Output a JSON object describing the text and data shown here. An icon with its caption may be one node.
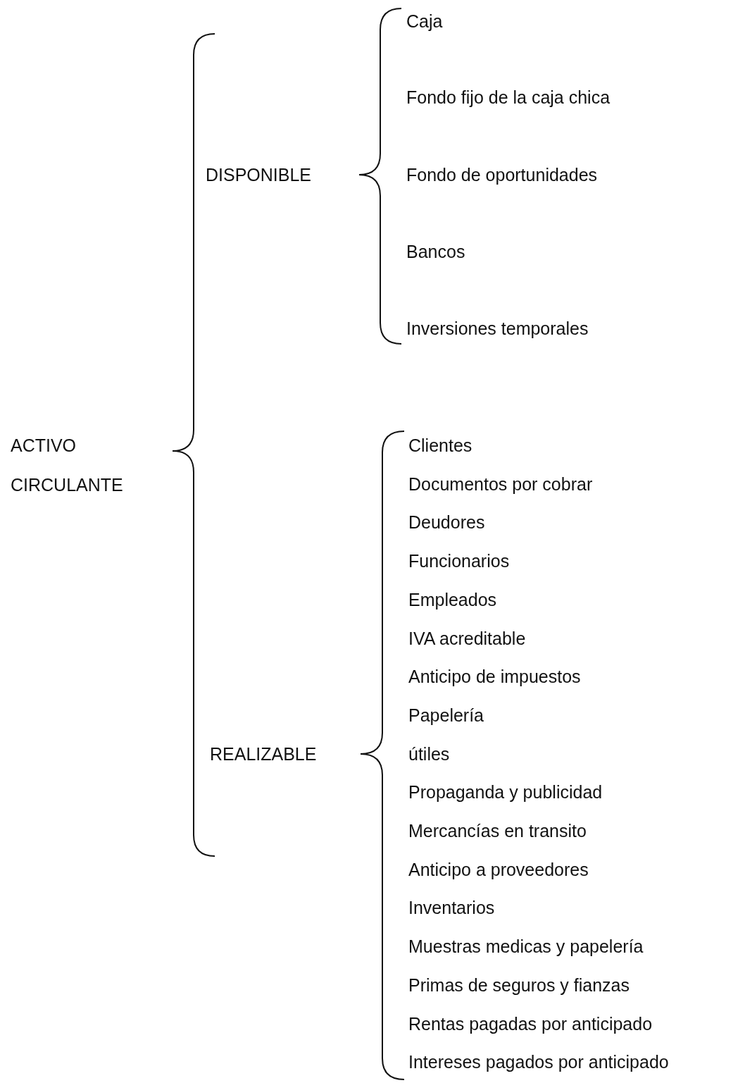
{
  "diagram": {
    "labels": [
      "ACTIVO CIRCULANTE",
      "DISPONIBLE",
      "Caja",
      "Fondo fijo de la caja chica",
      "Fondo de oportunidades",
      "Bancos",
      "Inversiones temporales",
      "REALIZABLE",
      "Clientes",
      "Documentos por cobrar",
      "Deudores",
      "Funcionarios",
      "Empleados",
      "IVA acreditable",
      "Anticipo de impuestos",
      "Papelería",
      "útiles",
      "Propaganda y publicidad",
      "Mercancías en transito",
      "Anticipo a proveedores",
      "Inventarios",
      "Muestras medicas y papelería",
      "Primas de seguros y fianzas",
      "Rentas pagadas por anticipado",
      "Intereses pagados por anticipado"
    ]
  }
}
